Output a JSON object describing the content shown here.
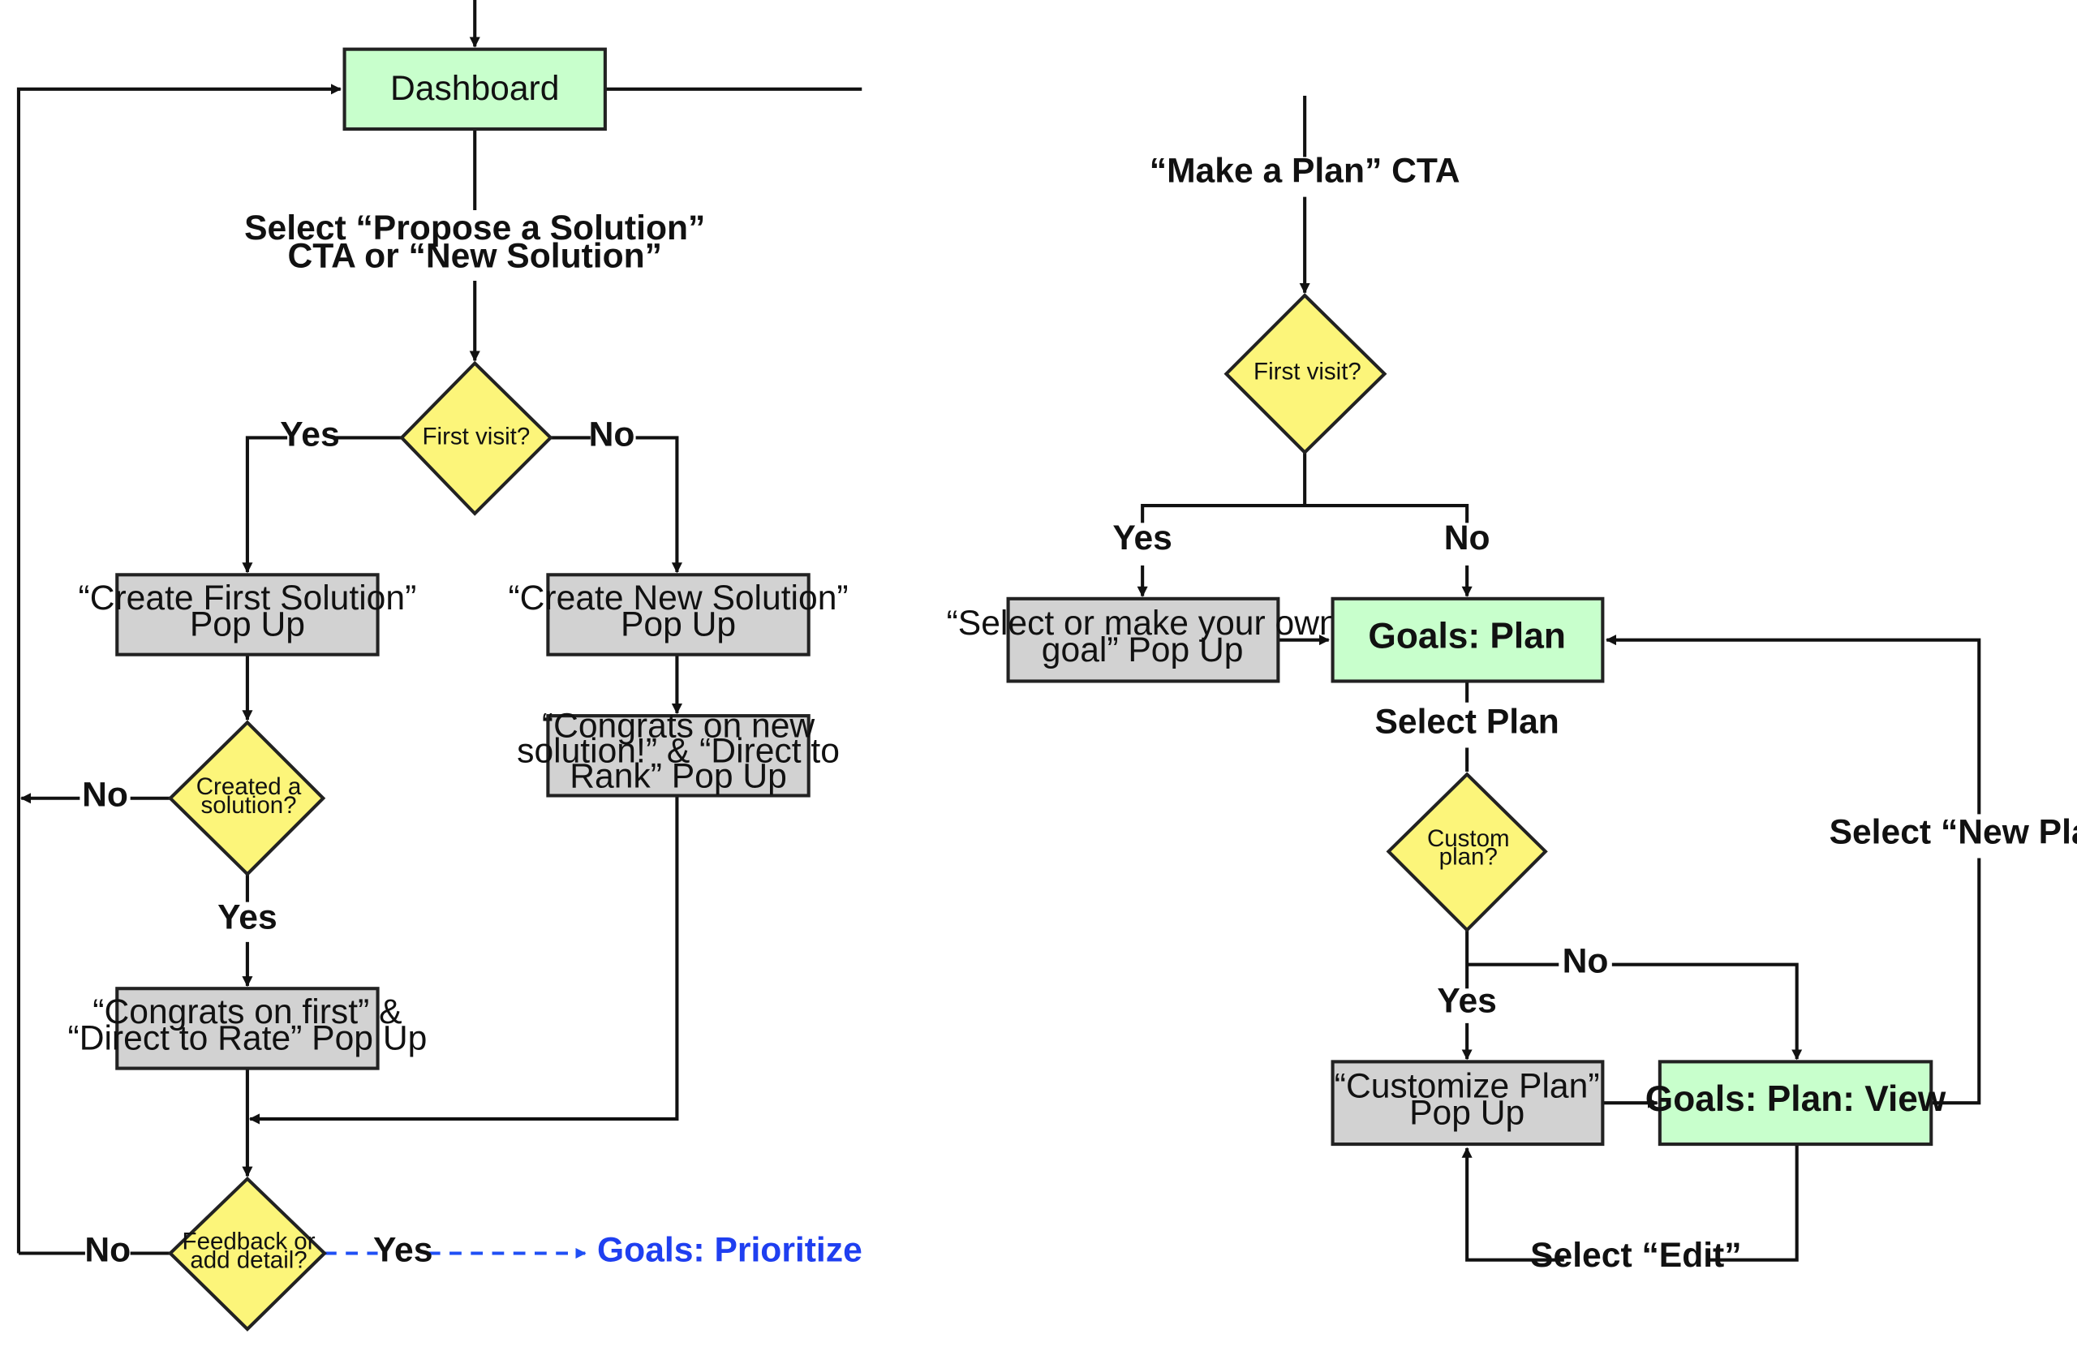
{
  "colors": {
    "page_bg": "#ffffff",
    "screen_box": "#c8ffcc",
    "popup_box": "#d2d2d2",
    "decision": "#fcf57a",
    "line": "#111111",
    "external_link": "#1f3ff0"
  },
  "left_flow": {
    "dashboard": "Dashboard",
    "select_cta": [
      "Select “Propose a Solution”",
      "CTA or “New Solution”"
    ],
    "first_visit": "First visit?",
    "yes_1": "Yes",
    "no_1": "No",
    "create_first": [
      "“Create First Solution”",
      "Pop Up"
    ],
    "create_new": [
      "“Create New Solution”",
      "Pop Up"
    ],
    "congrats_new": [
      "“Congrats on new",
      "solution!” & “Direct to",
      "Rank” Pop Up"
    ],
    "created_solution": [
      "Created a",
      "solution?"
    ],
    "no_2": "No",
    "yes_2": "Yes",
    "congrats_first": [
      "“Congrats on first” &",
      "“Direct to Rate” Pop Up"
    ],
    "feedback": [
      "Feedback or",
      "add detail?"
    ],
    "no_3": "No",
    "yes_3": "Yes",
    "goals_prioritize": "Goals: Prioritize"
  },
  "right_flow": {
    "make_plan": "“Make a Plan” CTA",
    "first_visit": "First visit?",
    "yes_1": "Yes",
    "no_1": "No",
    "select_goal": [
      "“Select or make your own",
      "goal” Pop Up"
    ],
    "goals_plan": "Goals: Plan",
    "select_plan": "Select Plan",
    "custom_plan": [
      "Custom",
      "plan?"
    ],
    "no_2": "No",
    "yes_2": "Yes",
    "select_new_plan": "Select “New Plan”",
    "customize_plan": [
      "“Customize Plan”",
      "Pop Up"
    ],
    "goals_plan_view": "Goals: Plan: View",
    "select_edit": "Select “Edit”"
  }
}
